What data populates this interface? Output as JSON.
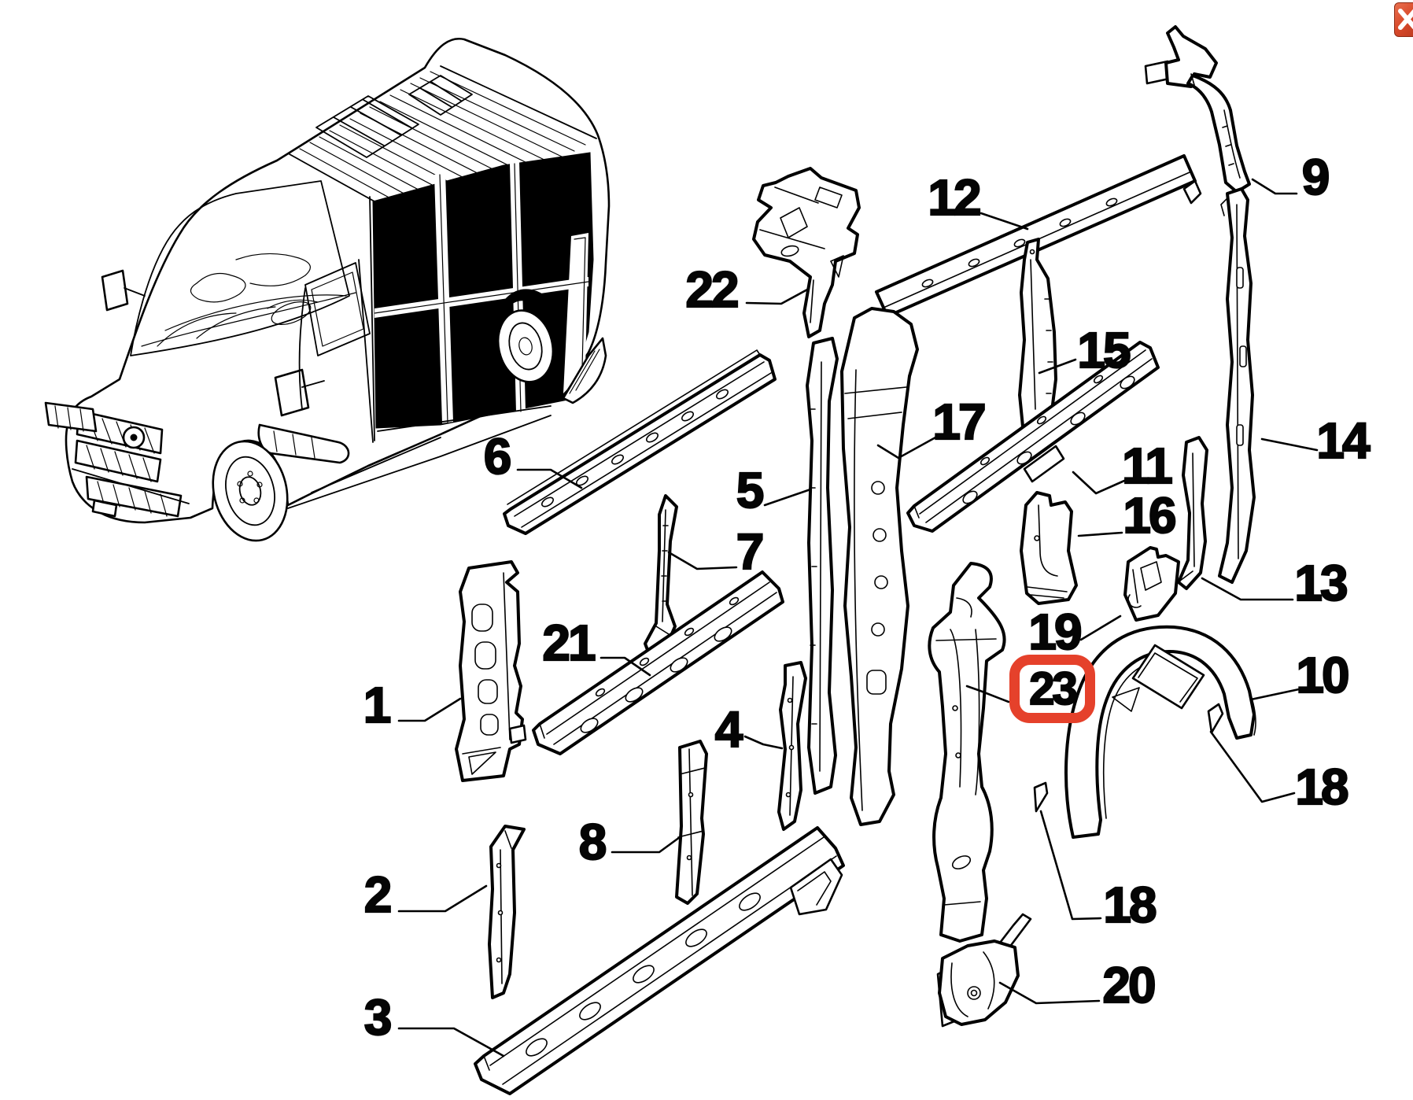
{
  "colors": {
    "background": "#ffffff",
    "line_art": "#000000",
    "highlight": "#e5412b"
  },
  "highlight": {
    "part_label": "23",
    "shape": "rounded-rect-outline"
  },
  "callouts": [
    {
      "label": "1"
    },
    {
      "label": "2"
    },
    {
      "label": "3"
    },
    {
      "label": "4"
    },
    {
      "label": "5"
    },
    {
      "label": "6"
    },
    {
      "label": "7"
    },
    {
      "label": "8"
    },
    {
      "label": "9"
    },
    {
      "label": "10"
    },
    {
      "label": "11"
    },
    {
      "label": "12"
    },
    {
      "label": "13"
    },
    {
      "label": "14"
    },
    {
      "label": "15"
    },
    {
      "label": "16"
    },
    {
      "label": "17"
    },
    {
      "label": "18"
    },
    {
      "label": "18"
    },
    {
      "label": "19"
    },
    {
      "label": "20"
    },
    {
      "label": "21"
    },
    {
      "label": "22"
    },
    {
      "label": "23"
    }
  ]
}
